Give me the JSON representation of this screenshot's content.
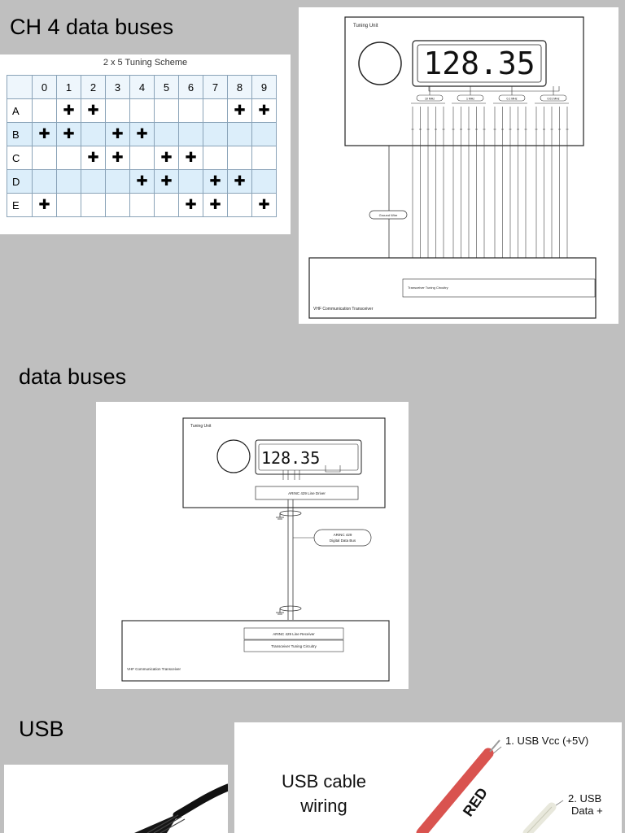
{
  "headings": {
    "ch4": "CH 4 data buses",
    "data_buses": "data buses",
    "usb": "USB"
  },
  "tuning_table": {
    "title": "2 x 5 Tuning Scheme",
    "columns": [
      "0",
      "1",
      "2",
      "3",
      "4",
      "5",
      "6",
      "7",
      "8",
      "9"
    ],
    "rows": [
      {
        "label": "A",
        "marks": [
          1,
          2,
          8,
          9
        ]
      },
      {
        "label": "B",
        "marks": [
          0,
          1,
          3,
          4
        ]
      },
      {
        "label": "C",
        "marks": [
          2,
          3,
          5,
          6
        ]
      },
      {
        "label": "D",
        "marks": [
          4,
          5,
          7,
          8
        ]
      },
      {
        "label": "E",
        "marks": [
          0,
          6,
          7,
          9
        ]
      }
    ],
    "mark_glyph": "✚"
  },
  "diagram1": {
    "tuning_unit_label": "Tuning Unit",
    "display_value": "128.35",
    "ground_wire_label": "Ground Wire",
    "transceiver_label": "VHF Communication Transceiver",
    "circuitry_label": "Transceiver Tuning Circuitry",
    "bus_labels": [
      "10 MHz",
      "1 MHz",
      "0.1 MHz",
      "0.01 MHz"
    ]
  },
  "diagram2": {
    "tuning_unit_label": "Tuning Unit",
    "display_value": "128.35",
    "line_driver_label": "ARINC 429 Line Driver",
    "bus_label_line1": "ARINC 429",
    "bus_label_line2": "Digital Data Bus",
    "line_receiver_label": "ARINC 429 Line Receiver",
    "circuitry_label": "Transceiver Tuning Circuitry",
    "transceiver_label": "VHF Communication Transceiver"
  },
  "usb_wiring": {
    "title_line1": "USB cable",
    "title_line2": "wiring",
    "wire1_label": "1. USB Vcc (+5V)",
    "wire1_color_text": "RED",
    "wire2_label_line1": "2. USB",
    "wire2_label_line2": "Data +"
  },
  "colors": {
    "background": "#bfbfbf",
    "red_wire": "#d9534f",
    "cable_black": "#1a1a1a"
  }
}
